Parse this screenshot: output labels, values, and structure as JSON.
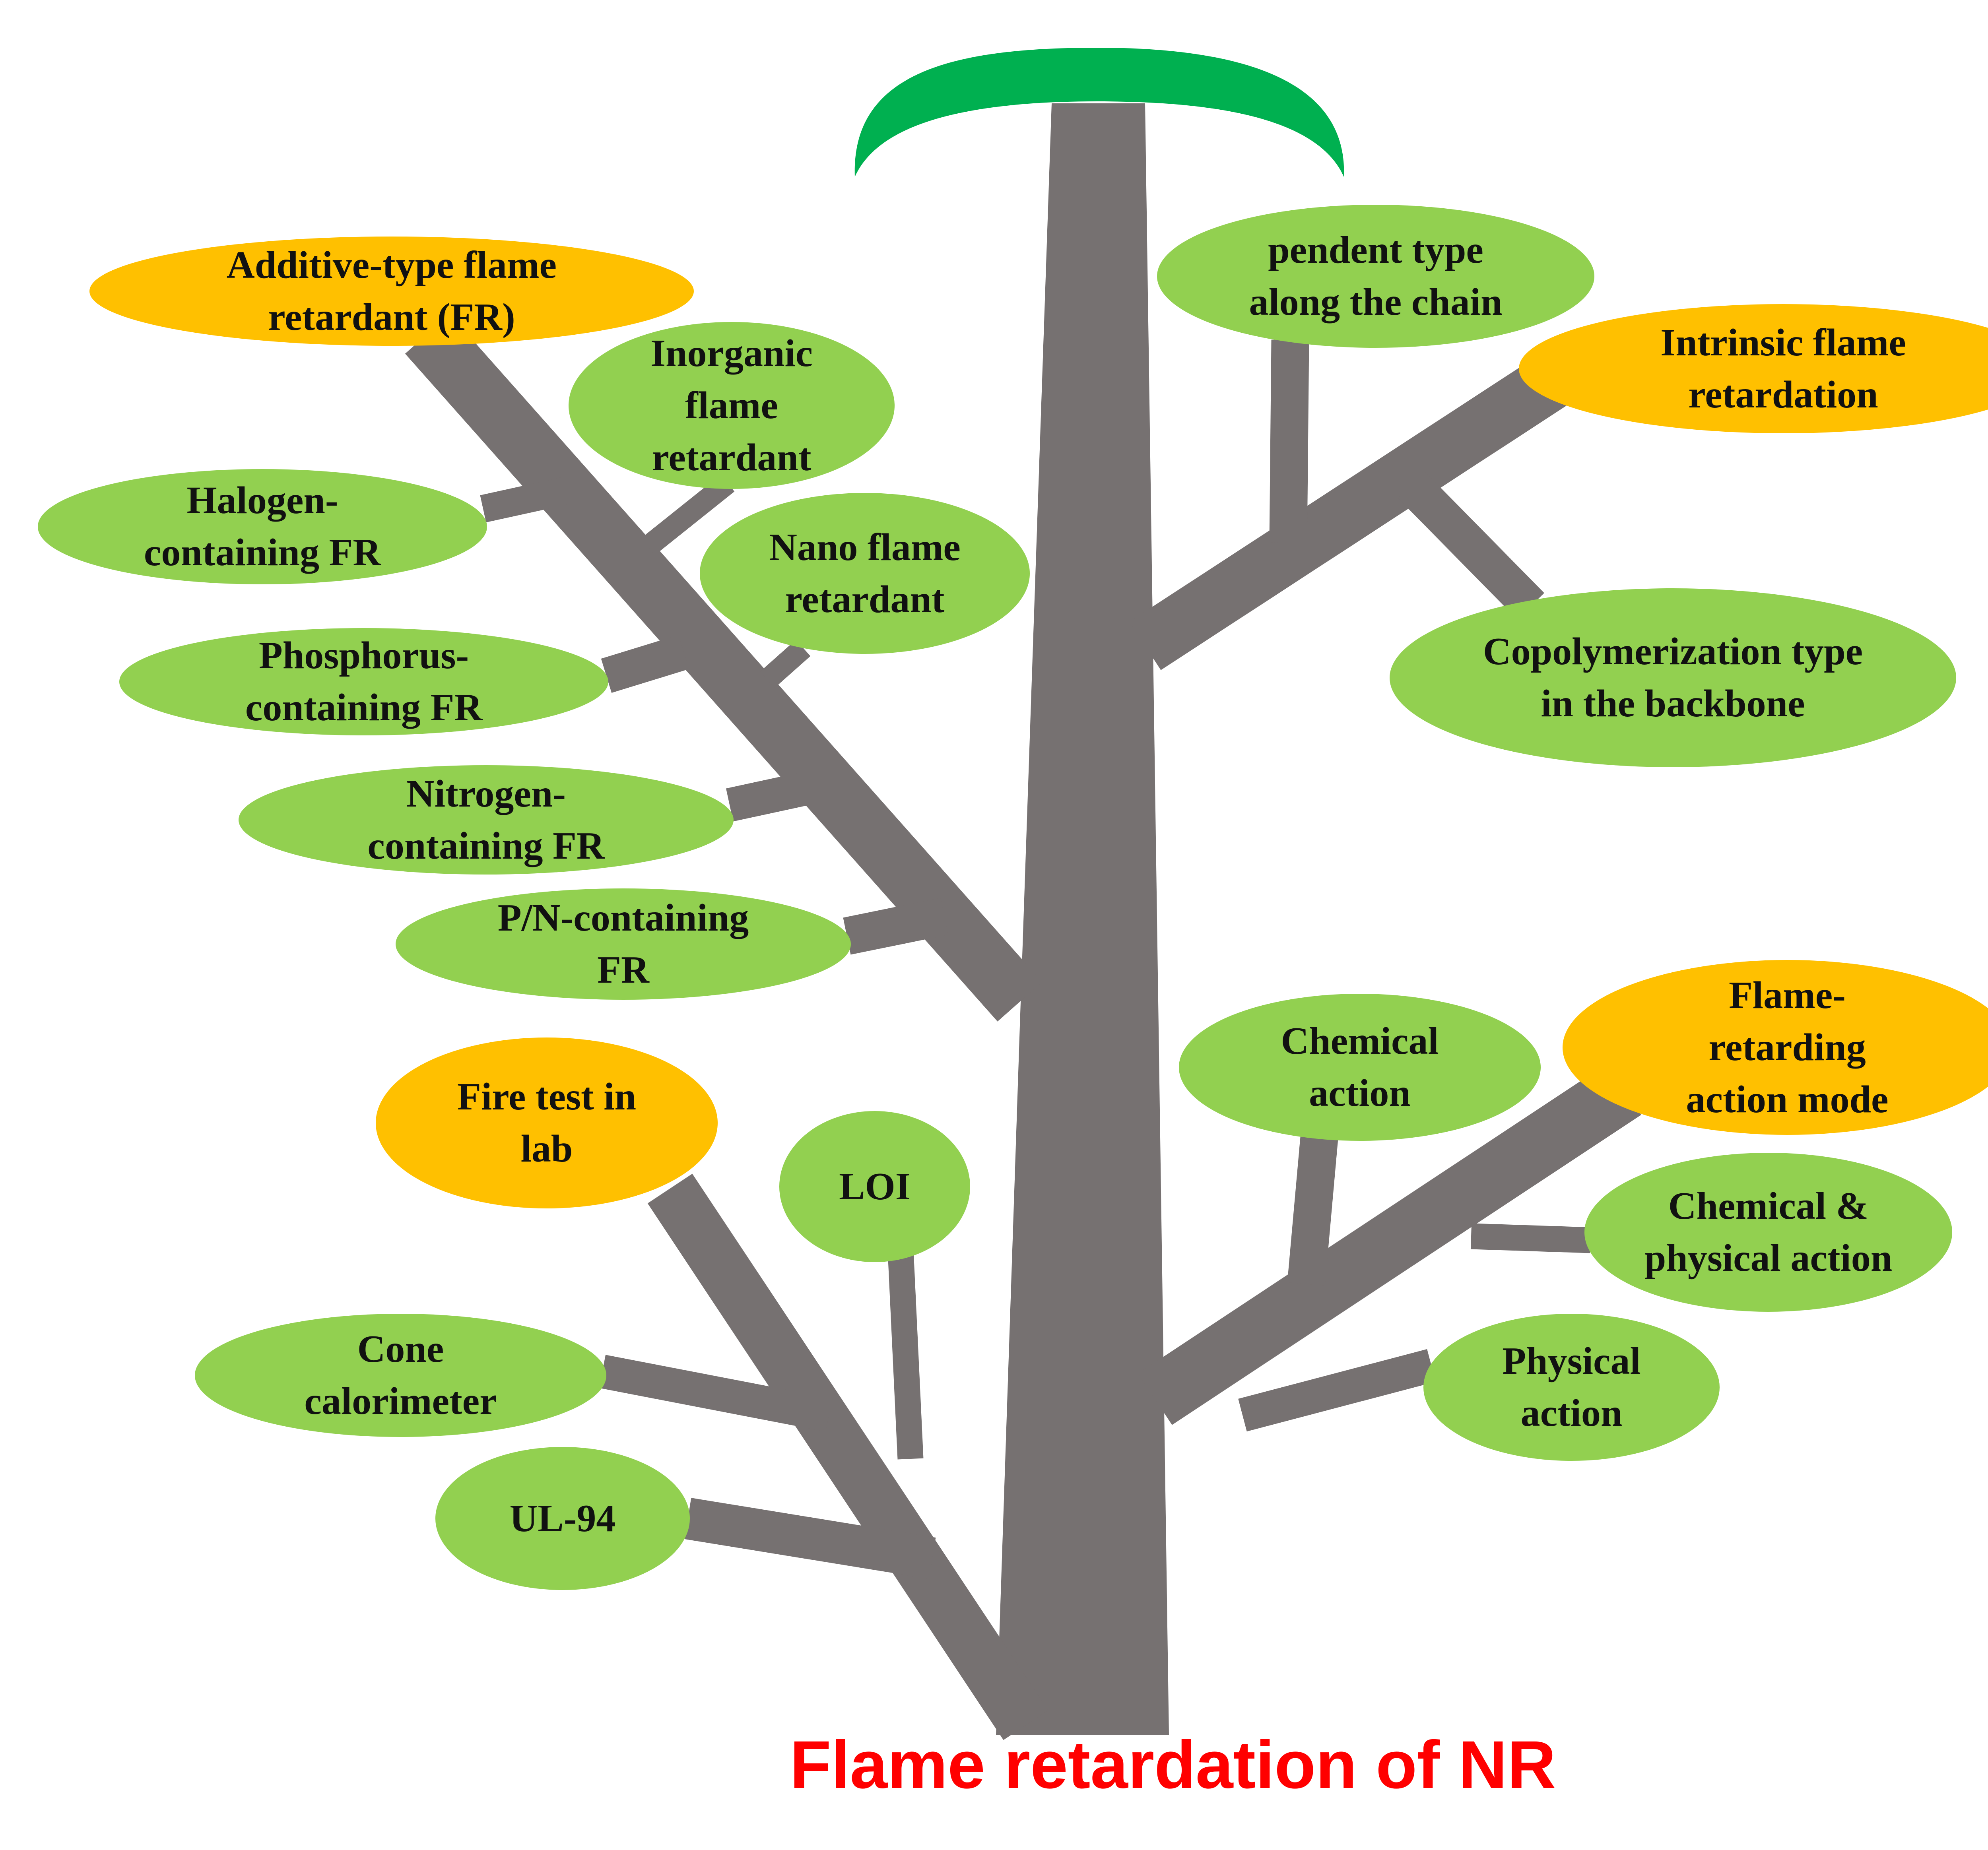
{
  "title": "Flame retardation of NR",
  "colors": {
    "trunk": "#767171",
    "crown": "#00B050",
    "primary_node": "#FFC000",
    "secondary_node": "#92D050",
    "title_text": "#FF0000"
  },
  "groups": {
    "additive": {
      "label": "Additive-type flame retardant (FR)",
      "children": [
        "Inorganic flame retardant",
        "Halogen-containing FR",
        "Nano flame retardant",
        "Phosphorus-containing FR",
        "Nitrogen-containing FR",
        "P/N-containing FR"
      ]
    },
    "intrinsic": {
      "label": "Intrinsic flame retardation",
      "children": [
        "pendent type along the chain",
        "Copolymerization type in the backbone"
      ]
    },
    "fire_test": {
      "label": "Fire test in lab",
      "children": [
        "LOI",
        "Cone calorimeter",
        "UL-94"
      ]
    },
    "action_mode": {
      "label": "Flame-retarding action mode",
      "children": [
        "Chemical action",
        "Chemical & physical action",
        "Physical action"
      ]
    }
  }
}
